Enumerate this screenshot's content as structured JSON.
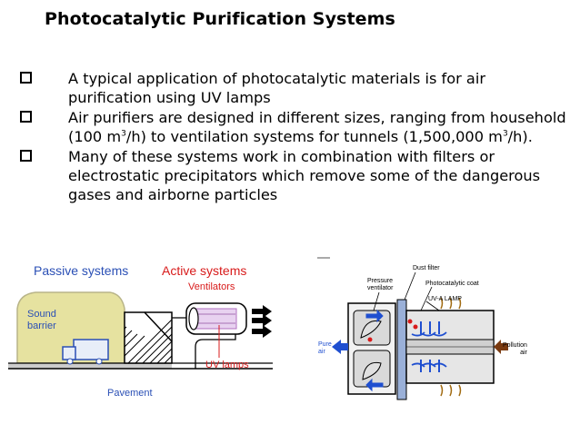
{
  "title": "Photocatalytic Purification Systems",
  "bullets": [
    {
      "pre": "A typical application of photocatalytic materials is for air purification using UV lamps"
    },
    {
      "pre": "Air purifiers are designed in different sizes, ranging from household (100 m",
      "sup1": "3",
      "mid": "/h) to ventilation systems for tunnels (1,500,000 m",
      "sup2": "3",
      "post": "/h)."
    },
    {
      "pre": "Many of these systems work in combination with filters or electrostatic precipitators which remove some of the dangerous gases and airborne particles"
    }
  ],
  "left_figure": {
    "passive_label": "Passive systems",
    "active_label": "Active systems",
    "ventilators_label": "Ventilators",
    "sound_label": "Sound",
    "barrier_label": "barrier",
    "uv_lamps_label": "UV lamps",
    "pavement_label": "Pavement",
    "colors": {
      "passive": "#2a4fb5",
      "active": "#d81b1b",
      "sound_barrier": "#e6e2a0"
    }
  },
  "right_figure": {
    "dust_filter_label": "Dust filter",
    "pressure_label": "Pressure",
    "ventilator_label": "ventilator",
    "coat_label": "Photocatalytic coat",
    "uva_label": "UV-A LAMP",
    "pure_label": "Pure",
    "air_label": "air",
    "pollution_label": "Pollution",
    "pollution_air_label": "air"
  }
}
